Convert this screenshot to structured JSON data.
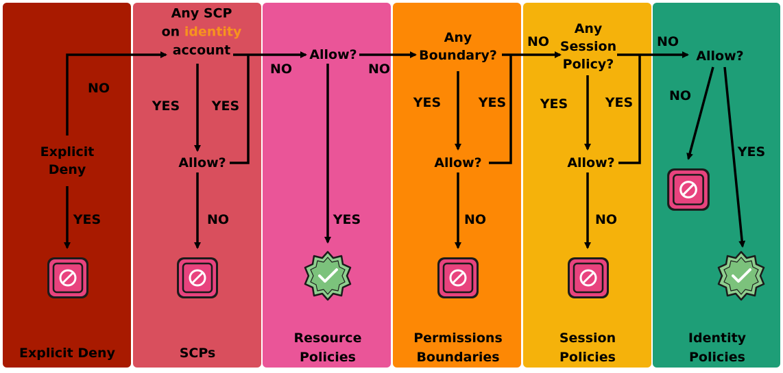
{
  "columns": [
    {
      "name": "explicit-deny",
      "title": "Explicit Deny",
      "color": "#a81a00"
    },
    {
      "name": "scps",
      "title": "SCPs",
      "color": "#d94f5d"
    },
    {
      "name": "resource-policies",
      "title": "Resource\nPolicies",
      "color": "#ea5598"
    },
    {
      "name": "permissions-boundaries",
      "title": "Permissions\nBoundaries",
      "color": "#fd8805"
    },
    {
      "name": "session-policies",
      "title": "Session\nPolicies",
      "color": "#f5b20b"
    },
    {
      "name": "identity-policies",
      "title": "Identity\nPolicies",
      "color": "#1e9e77"
    }
  ],
  "nodes": {
    "explicit_deny": "Explicit\nDeny",
    "scp_question_1": "Any SCP",
    "scp_question_2": "on",
    "scp_question_highlight": "identity",
    "scp_question_3": "account",
    "scp_allow": "Allow?",
    "resource_allow": "Allow?",
    "boundary_question": "Any\nBoundary?",
    "boundary_allow": "Allow?",
    "session_question": "Any\nSession\nPolicy?",
    "session_allow": "Allow?",
    "identity_allow": "Allow?"
  },
  "edges": {
    "deny_no": "NO",
    "deny_yes": "YES",
    "scp_yes_left": "YES",
    "scp_yes_right": "YES",
    "scp_no": "NO",
    "resource_no_left": "NO",
    "resource_no_right": "NO",
    "resource_yes": "YES",
    "boundary_yes_left": "YES",
    "boundary_yes_right": "YES",
    "boundary_no_top": "NO",
    "boundary_no": "NO",
    "session_yes_left": "YES",
    "session_yes_right": "YES",
    "session_no": "NO",
    "identity_no_top": "NO",
    "identity_no": "NO",
    "identity_yes": "YES"
  },
  "outcomes": {
    "deny_icon": "deny-icon",
    "allow_icon": "approved-badge-icon",
    "deny_color": "#e8437e",
    "allow_color": "#8fcf8f"
  }
}
